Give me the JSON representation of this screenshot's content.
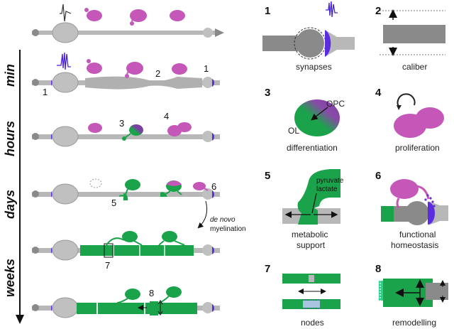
{
  "timeline": {
    "phases": [
      "min",
      "hours",
      "days",
      "weeks"
    ],
    "annotations": [
      "1",
      "2",
      "3",
      "4",
      "5",
      "6",
      "7",
      "8"
    ],
    "de_novo": "de novo",
    "myelination": "myelination"
  },
  "panels": [
    {
      "num": "1",
      "label": "synapses"
    },
    {
      "num": "2",
      "label": "caliber"
    },
    {
      "num": "3",
      "label": "differentiation",
      "opc": "OPC",
      "ol": "OL"
    },
    {
      "num": "4",
      "label": "proliferation"
    },
    {
      "num": "5",
      "label_line1": "metabolic",
      "label_line2": "support",
      "pyruvate": "pyruvate",
      "lactate": "lactate"
    },
    {
      "num": "6",
      "label_line1": "functional",
      "label_line2": "homeostasis"
    },
    {
      "num": "7",
      "label": "nodes"
    },
    {
      "num": "8",
      "label": "remodelling"
    }
  ],
  "colors": {
    "axon": "#b8b8b8",
    "axon_dark": "#8a8a8a",
    "myelin": "#1aa34a",
    "opc": "#c457b8",
    "synapse": "#5a2ee0",
    "spike": "#4a22d8"
  }
}
